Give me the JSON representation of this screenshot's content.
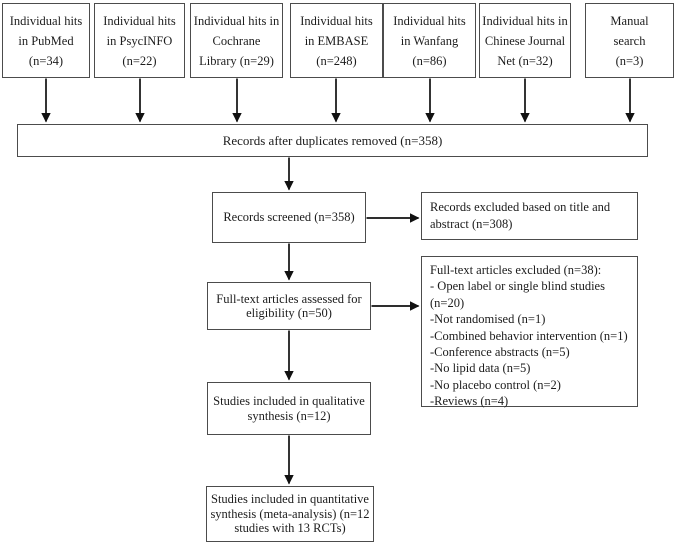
{
  "colors": {
    "border": "#4c4c4c",
    "text": "#1c1c1c",
    "arrow": "#111111",
    "background": "#ffffff"
  },
  "flowchart": {
    "sources": [
      {
        "label": "Individual hits\nin PubMed\n(n=34)"
      },
      {
        "label": "Individual hits\nin PsycINFO\n(n=22)"
      },
      {
        "label": "Individual hits in\nCochrane\nLibrary (n=29)"
      },
      {
        "label": "Individual hits\nin EMBASE\n(n=248)"
      },
      {
        "label": "Individual hits\nin Wanfang\n(n=86)"
      },
      {
        "label": "Individual hits in\nChinese Journal\nNet (n=32)"
      },
      {
        "label": "Manual\nsearch\n(n=3)"
      }
    ],
    "duplicates_removed": {
      "label": "Records after duplicates removed (n=358)"
    },
    "records_screened": {
      "label": "Records screened (n=358)"
    },
    "excluded_title_abstract": {
      "label": "Records excluded based on title and\nabstract (n=308)"
    },
    "fulltext_assessed": {
      "label": "Full-text articles assessed for\neligibility (n=50)"
    },
    "fulltext_excluded": {
      "label": "Full-text articles excluded (n=38):\n- Open label or single blind studies\n(n=20)\n-Not randomised (n=1)\n-Combined behavior intervention (n=1)\n-Conference abstracts (n=5)\n-No lipid data (n=5)\n-No placebo control (n=2)\n-Reviews (n=4)"
    },
    "qualitative_synthesis": {
      "label": "Studies included in qualitative\nsynthesis (n=12)"
    },
    "quantitative_synthesis": {
      "label": "Studies included in quantitative\nsynthesis (meta-analysis) (n=12\nstudies with 13 RCTs)"
    }
  }
}
